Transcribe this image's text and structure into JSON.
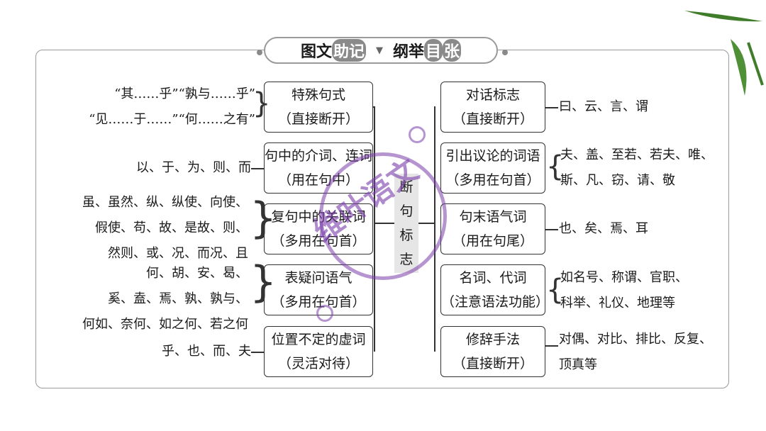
{
  "header": {
    "part1": "图文",
    "part1_hl": "助记",
    "part2": "纲举",
    "part2_hl1": "目",
    "part2_hl2": "张"
  },
  "center": {
    "chars": [
      "断",
      "句",
      "标",
      "志"
    ]
  },
  "left_boxes": [
    {
      "l1": "特殊句式",
      "l2": "（直接断开）"
    },
    {
      "l1": "句中的介词、连词",
      "l2": "（用在句中）"
    },
    {
      "l1": "复句中的关联词",
      "l2": "（多用在句首）"
    },
    {
      "l1": "表疑问语气",
      "l2": "（多用在句首）"
    },
    {
      "l1": "位置不定的虚词",
      "l2": "（灵活对待）"
    }
  ],
  "left_texts": [
    {
      "lines": [
        "“其……乎”“孰与……乎”",
        "“见……于……”“何……之有”"
      ]
    },
    {
      "lines": [
        "以、于、为、则、而"
      ]
    },
    {
      "lines": [
        "虽、虽然、纵、纵使、向使、",
        "假使、苟、故、是故、则、",
        "然则、或、况、而况、且"
      ]
    },
    {
      "lines": [
        "何、胡、安、曷、",
        "奚、盍、焉、孰、孰与、",
        "何如、奈何、如之何、若之何"
      ]
    },
    {
      "lines": [
        "乎、也、而、夫"
      ]
    }
  ],
  "right_boxes": [
    {
      "l1": "对话标志",
      "l2": "（直接断开）"
    },
    {
      "l1": "引出议论的词语",
      "l2": "（多用在句首）"
    },
    {
      "l1": "句末语气词",
      "l2": "（用在句尾）"
    },
    {
      "l1": "名词、代词",
      "l2": "（注意语法功能）"
    },
    {
      "l1": "修辞手法",
      "l2": "（直接断开）"
    }
  ],
  "right_texts": [
    {
      "lines": [
        "曰、云、言、谓"
      ]
    },
    {
      "lines": [
        "夫、盖、至若、若夫、唯、",
        "斯、凡、窃、请、敬"
      ]
    },
    {
      "lines": [
        "也、矣、焉、耳"
      ]
    },
    {
      "lines": [
        "如名号、称谓、官职、",
        "科举、礼仪、地理等"
      ]
    },
    {
      "lines": [
        "对偶、对比、排比、反复、",
        "顶真等"
      ]
    }
  ],
  "watermark": "维叶语文"
}
